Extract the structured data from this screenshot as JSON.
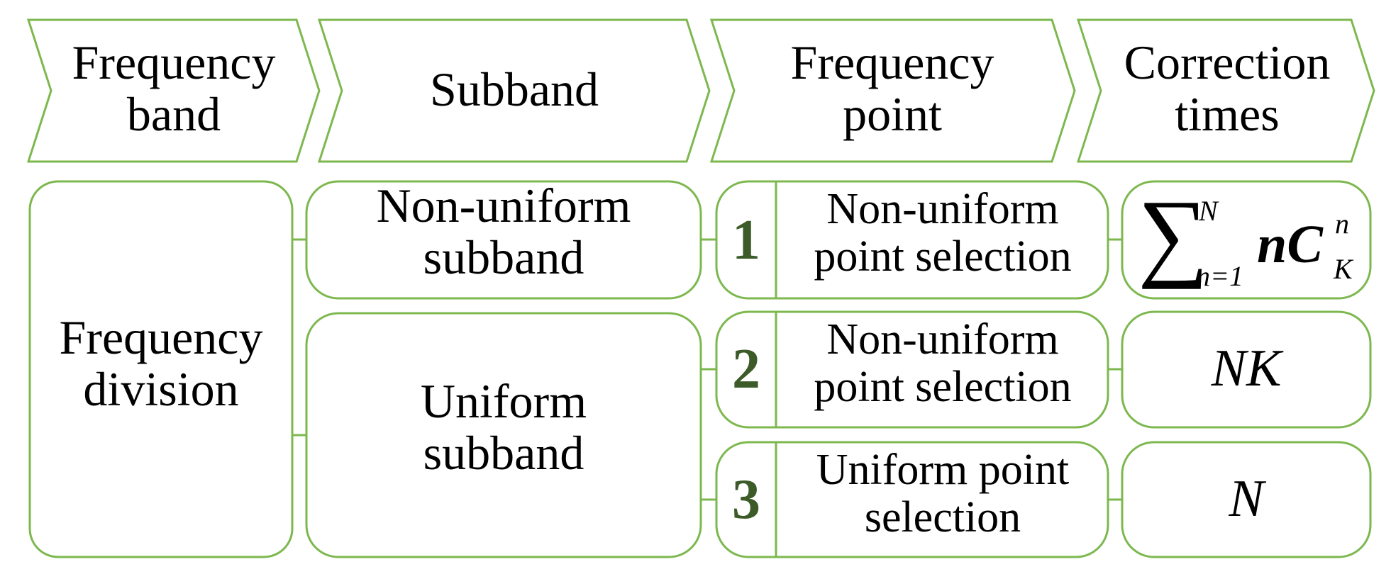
{
  "colors": {
    "stroke": "#7db84f",
    "number": "#3c5b28",
    "text": "#000000"
  },
  "header": [
    {
      "label": "Frequency\nband"
    },
    {
      "label": "Subband"
    },
    {
      "label": "Frequency\npoint"
    },
    {
      "label": "Correction\ntimes"
    }
  ],
  "band": {
    "label": "Frequency\ndivision"
  },
  "subbands": [
    {
      "label": "Non-uniform\nsubband"
    },
    {
      "label": "Uniform\nsubband"
    }
  ],
  "methods": [
    {
      "number": "1",
      "selection": "Non-uniform\npoint selection"
    },
    {
      "number": "2",
      "selection": "Non-uniform\npoint selection"
    },
    {
      "number": "3",
      "selection": "Uniform point\nselection"
    }
  ],
  "correction_times": {
    "row1": {
      "sum": "∑",
      "upper": "N",
      "lower": "n=1",
      "term": "nC",
      "sup": "n",
      "sub": "K"
    },
    "row2": "NK",
    "row3": "N"
  }
}
